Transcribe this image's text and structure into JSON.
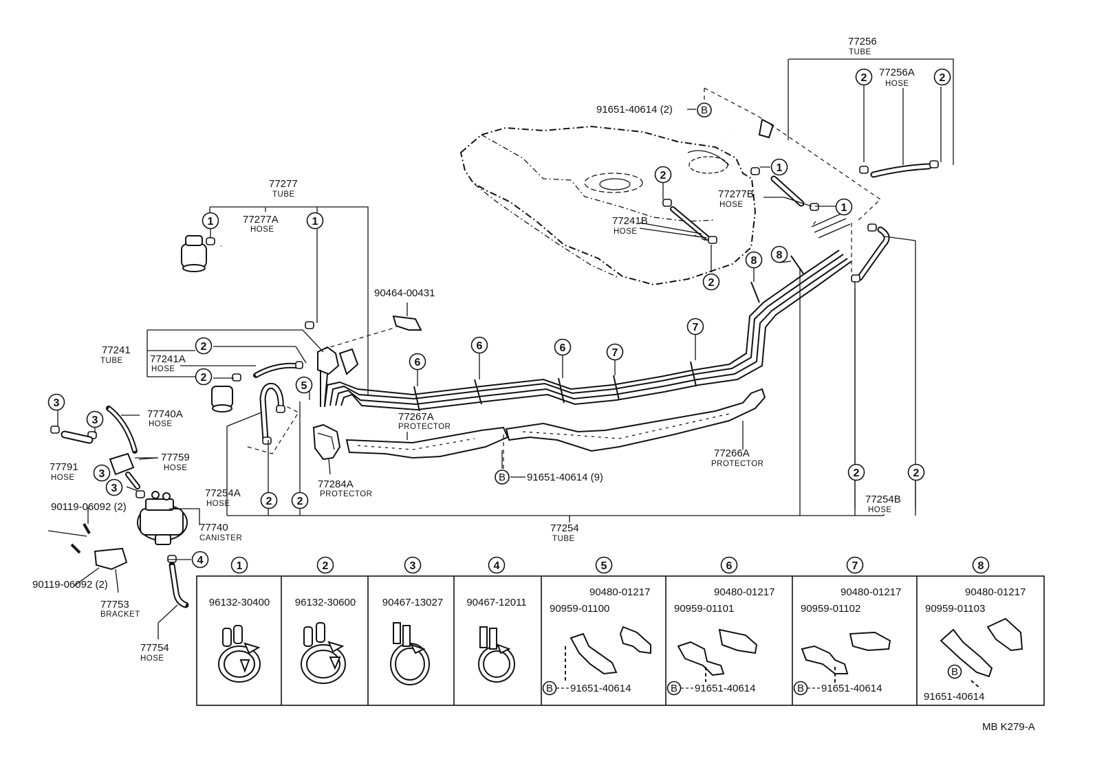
{
  "parts": {
    "p77256": {
      "num": "77256",
      "name": "TUBE"
    },
    "p77256A": {
      "num": "77256A",
      "name": "HOSE"
    },
    "p91651_top": {
      "num": "91651-40614 (2)",
      "ref": "B"
    },
    "p77277": {
      "num": "77277",
      "name": "TUBE"
    },
    "p77277A": {
      "num": "77277A",
      "name": "HOSE"
    },
    "p77277B": {
      "num": "77277B",
      "name": "HOSE"
    },
    "p77241B": {
      "num": "77241B",
      "name": "HOSE"
    },
    "p90464": {
      "num": "90464-00431"
    },
    "p77241": {
      "num": "77241",
      "name": "TUBE"
    },
    "p77241A": {
      "num": "77241A",
      "name": "HOSE"
    },
    "p77740A": {
      "num": "77740A",
      "name": "HOSE"
    },
    "p77791": {
      "num": "77791",
      "name": "HOSE"
    },
    "p77759": {
      "num": "77759",
      "name": "HOSE"
    },
    "p77267A": {
      "num": "77267A",
      "name": "PROTECTOR"
    },
    "p77266A": {
      "num": "77266A",
      "name": "PROTECTOR"
    },
    "p77284A": {
      "num": "77284A",
      "name": "PROTECTOR"
    },
    "p91651_mid": {
      "num": "91651-40614 (9)",
      "ref": "B"
    },
    "p77254A": {
      "num": "77254A",
      "name": "HOSE"
    },
    "p77254B": {
      "num": "77254B",
      "name": "HOSE"
    },
    "p77254": {
      "num": "77254",
      "name": "TUBE"
    },
    "p90119_a": {
      "num": "90119-06092 (2)"
    },
    "p90119_b": {
      "num": "90119-06092 (2)"
    },
    "p77740": {
      "num": "77740",
      "name": "CANISTER"
    },
    "p77753": {
      "num": "77753",
      "name": "BRACKET"
    },
    "p77754": {
      "num": "77754",
      "name": "HOSE"
    }
  },
  "callouts": {
    "c1": "1",
    "c2": "2",
    "c3": "3",
    "c4": "4",
    "c5": "5",
    "c6": "6",
    "c7": "7",
    "c8": "8"
  },
  "legend": [
    {
      "num": "1",
      "part": "96132-30400"
    },
    {
      "num": "2",
      "part": "96132-30600"
    },
    {
      "num": "3",
      "part": "90467-13027"
    },
    {
      "num": "4",
      "part": "90467-12011"
    },
    {
      "num": "5",
      "part_a": "90480-01217",
      "part_b": "90959-01100",
      "bolt_ref": "B",
      "bolt": "91651-40614"
    },
    {
      "num": "6",
      "part_a": "90480-01217",
      "part_b": "90959-01101",
      "bolt_ref": "B",
      "bolt": "91651-40614"
    },
    {
      "num": "7",
      "part_a": "90480-01217",
      "part_b": "90959-01102",
      "bolt_ref": "B",
      "bolt": "91651-40614"
    },
    {
      "num": "8",
      "part_a": "90480-01217",
      "part_b": "90959-01103",
      "bolt_ref": "B",
      "bolt": "91651-40614"
    }
  ],
  "diagram_id": "MB K279-A"
}
